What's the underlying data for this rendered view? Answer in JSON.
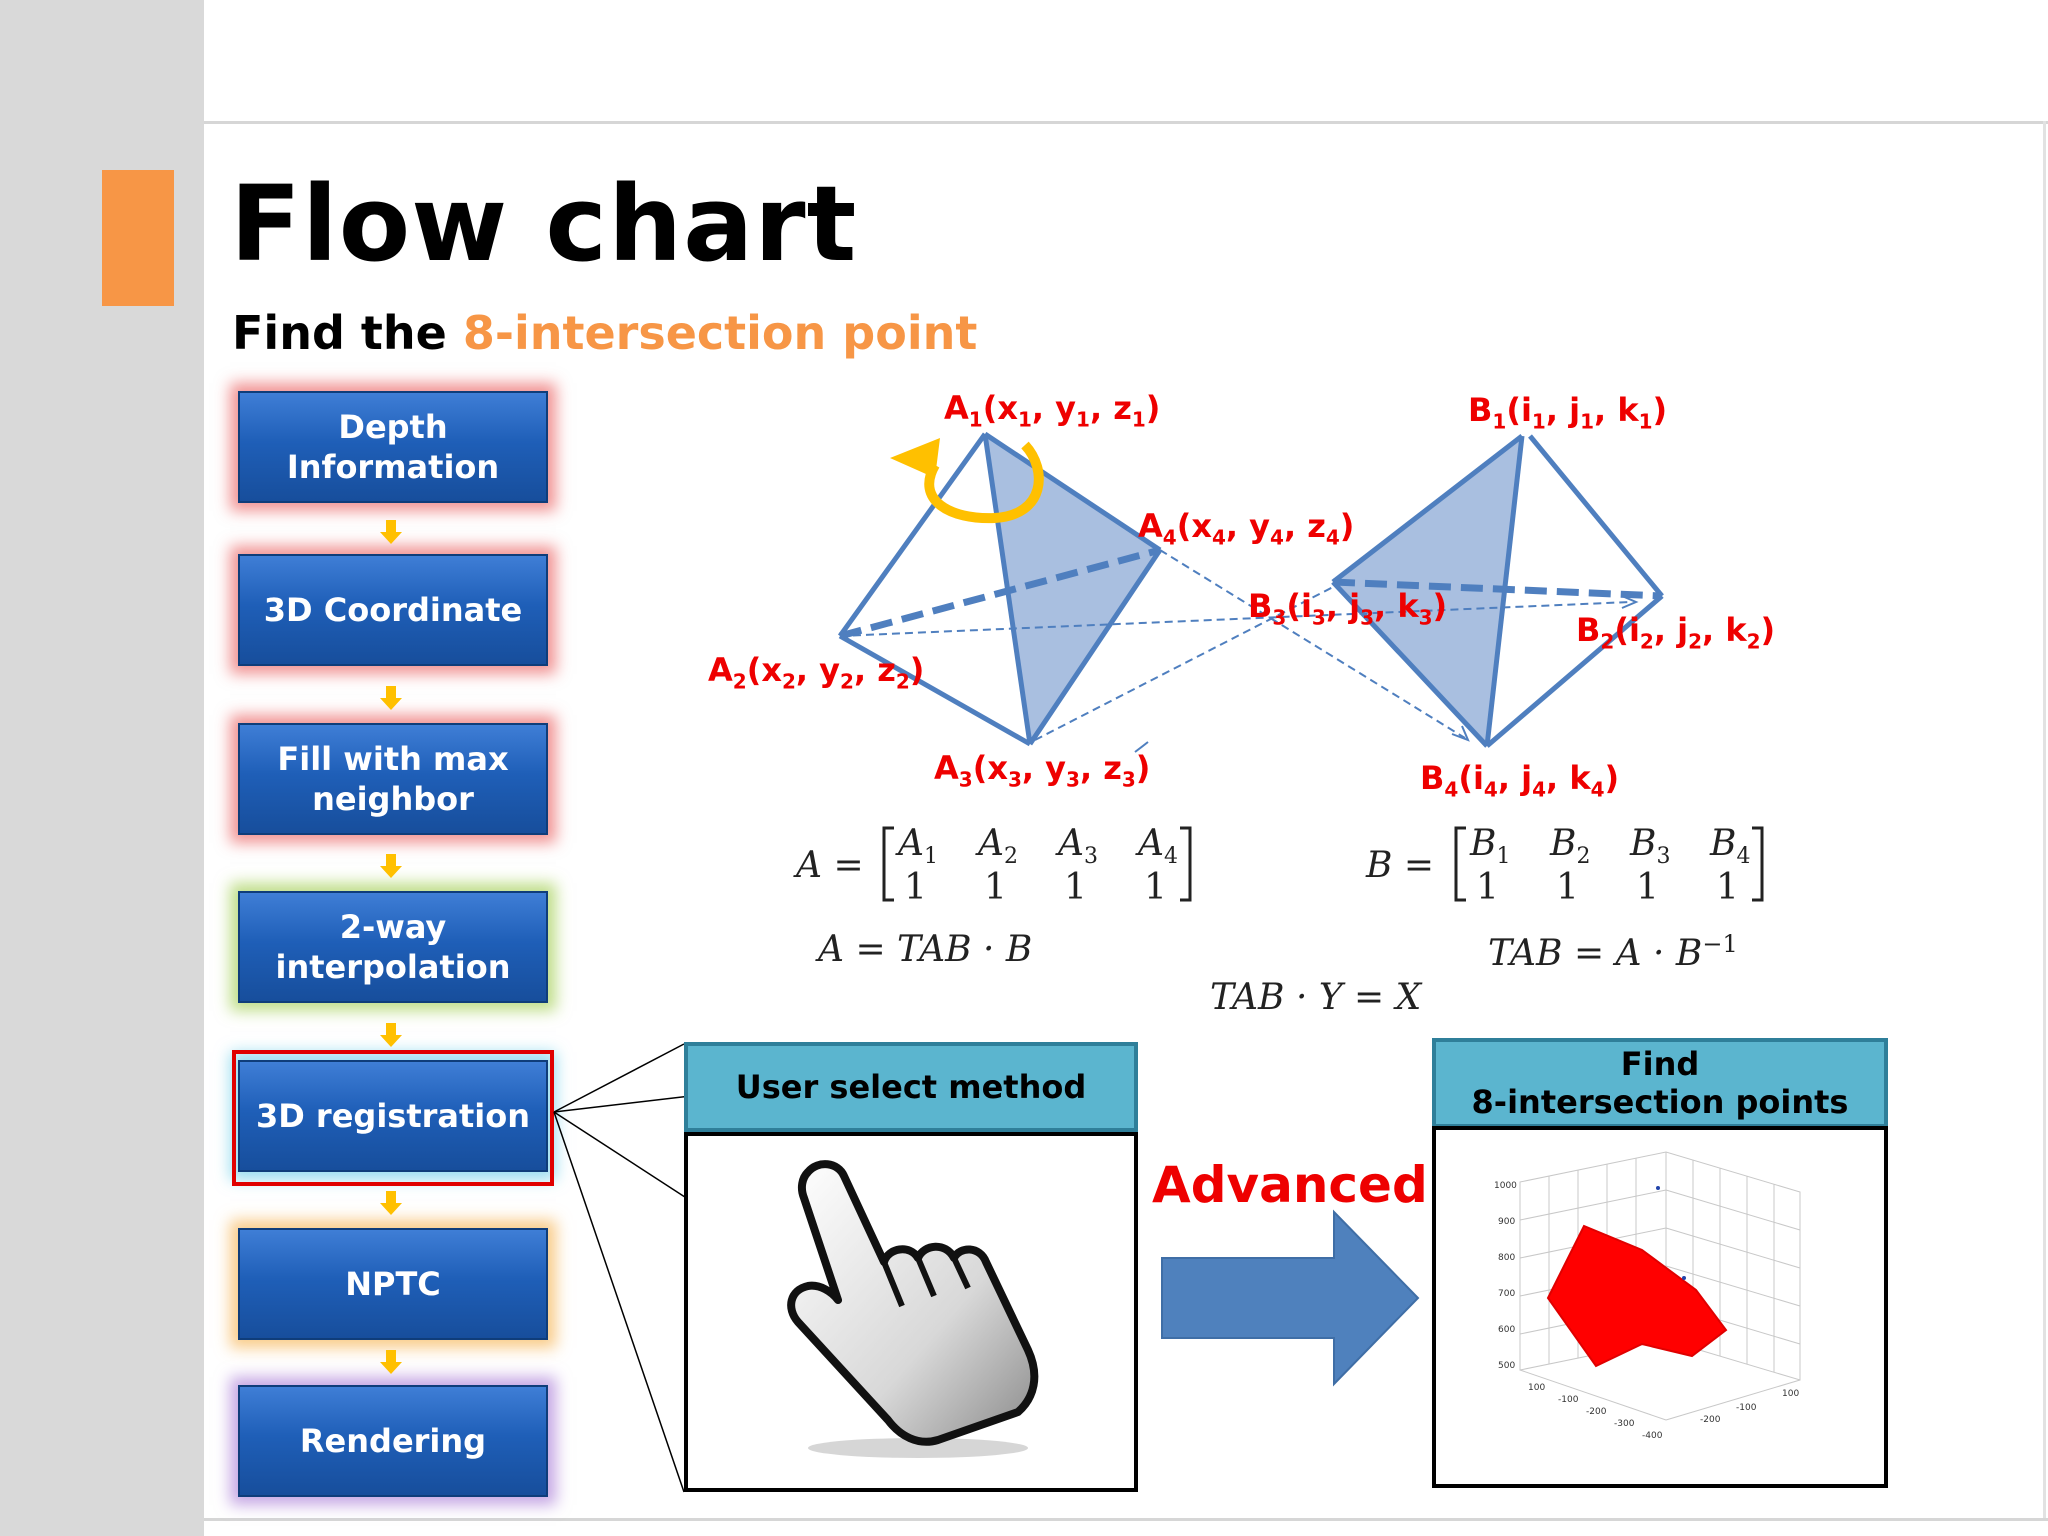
{
  "title": "Flow chart",
  "subtitle": {
    "prefix": "Find the ",
    "highlight": "8-intersection point"
  },
  "steps": [
    {
      "label": "Depth\nInformation"
    },
    {
      "label": "3D Coordinate"
    },
    {
      "label": "Fill with  max\nneighbor"
    },
    {
      "label": "2-way\ninterpolation"
    },
    {
      "label": "3D registration"
    },
    {
      "label": "NPTC"
    },
    {
      "label": "Rendering"
    }
  ],
  "points": {
    "A1": {
      "name": "A",
      "sub": "1",
      "coords": [
        "x",
        "y",
        "z"
      ]
    },
    "A2": {
      "name": "A",
      "sub": "2",
      "coords": [
        "x",
        "y",
        "z"
      ]
    },
    "A3": {
      "name": "A",
      "sub": "3",
      "coords": [
        "x",
        "y",
        "z"
      ]
    },
    "A4": {
      "name": "A",
      "sub": "4",
      "coords": [
        "x",
        "y",
        "z"
      ]
    },
    "B1": {
      "name": "B",
      "sub": "1",
      "coords": [
        "i",
        "j",
        "k"
      ]
    },
    "B2": {
      "name": "B",
      "sub": "2",
      "coords": [
        "i",
        "j",
        "k"
      ]
    },
    "B3": {
      "name": "B",
      "sub": "3",
      "coords": [
        "i",
        "j",
        "k"
      ]
    },
    "B4": {
      "name": "B",
      "sub": "4",
      "coords": [
        "i",
        "j",
        "k"
      ]
    }
  },
  "matrices": {
    "A": {
      "name": "A",
      "top": [
        "A",
        "A",
        "A",
        "A"
      ],
      "subs": [
        "1",
        "2",
        "3",
        "4"
      ],
      "bottom": "1"
    },
    "B": {
      "name": "B",
      "top": [
        "B",
        "B",
        "B",
        "B"
      ],
      "subs": [
        "1",
        "2",
        "3",
        "4"
      ],
      "bottom": "1"
    }
  },
  "equations": {
    "eq1": "A = TAB · B",
    "eq2_lhs": "TAB = A · B",
    "eq2_exp": "−1",
    "eq3": "TAB · Y = X"
  },
  "user_select": {
    "header": "User select method"
  },
  "advanced": "Advanced",
  "find_points": {
    "header": "Find\n8-intersection points"
  },
  "plot": {
    "z_ticks": [
      "1000",
      "900",
      "800",
      "700",
      "600",
      "500"
    ],
    "x_ticks": [
      "100",
      "-100",
      "-200",
      "-300",
      "-400"
    ],
    "y_ticks": [
      "-200",
      "-100",
      "100"
    ]
  },
  "colors": {
    "accent": "#f79646",
    "label_red": "#ee0000",
    "step_blue": "#1f5fb8",
    "header_teal": "#5bb5cf",
    "arrow_blue": "#4f81bd",
    "highlight_red": "#e00000"
  }
}
